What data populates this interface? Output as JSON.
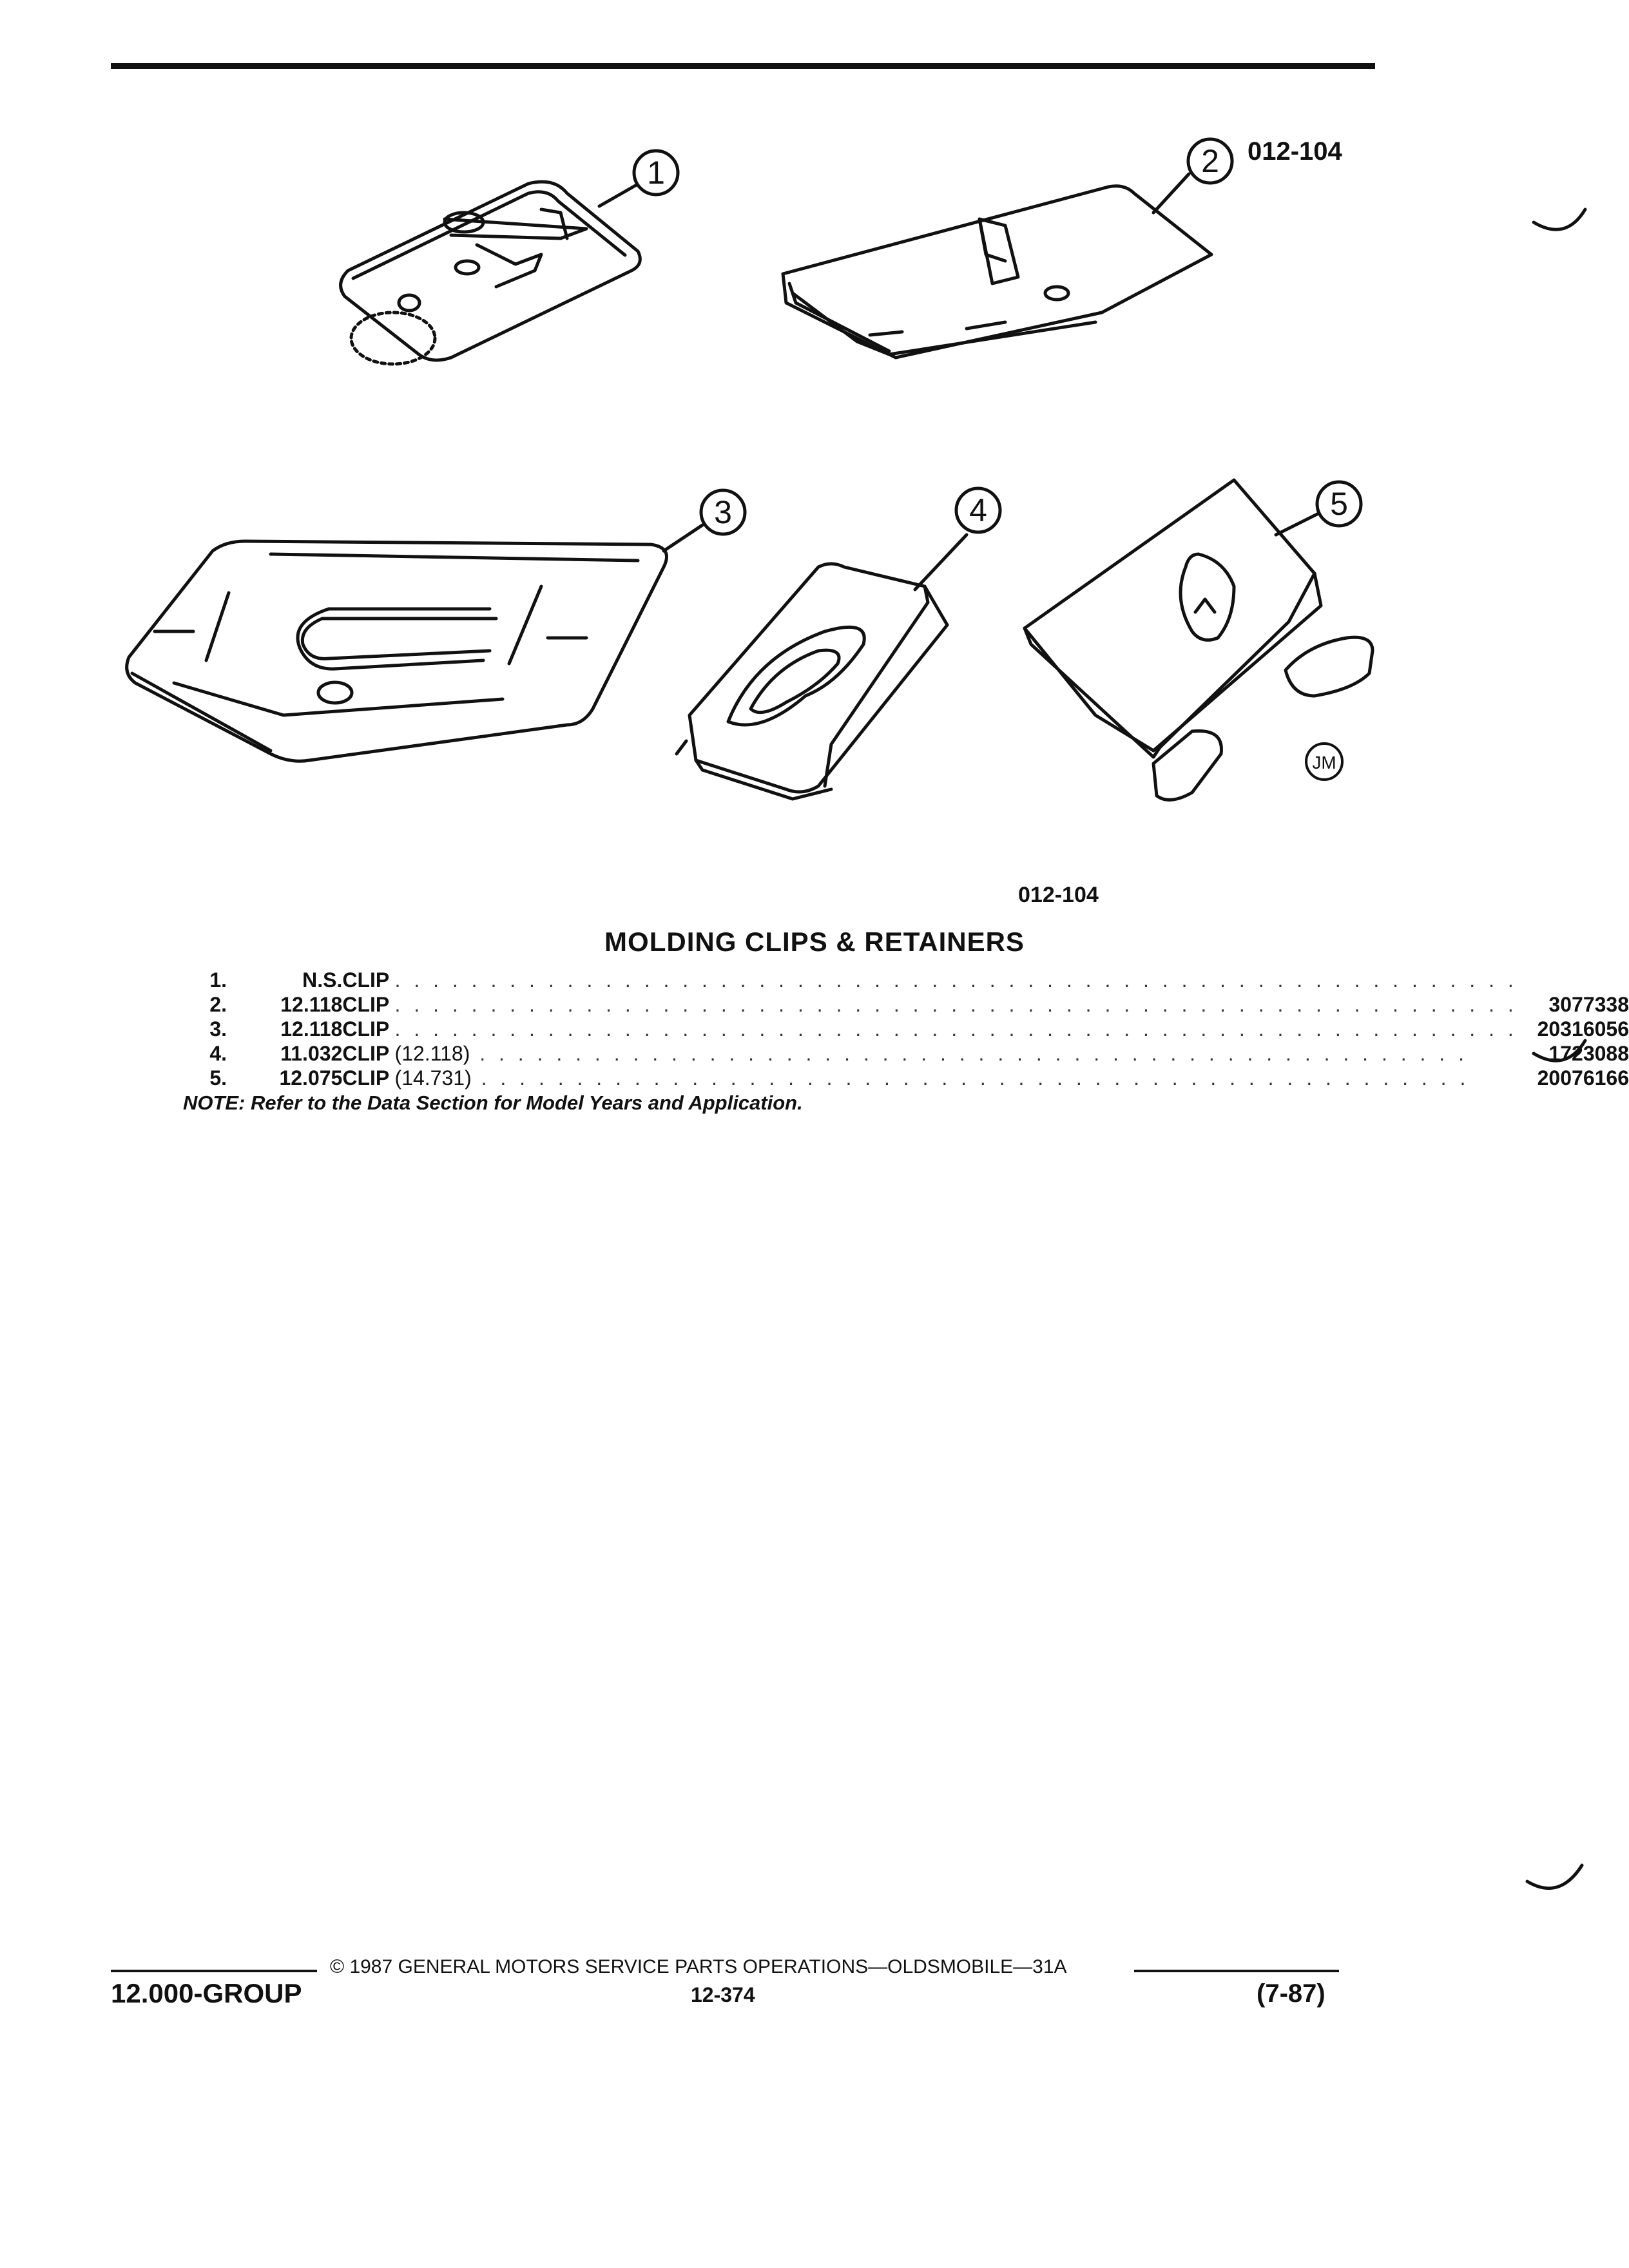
{
  "figure": {
    "code_top": "012-104",
    "code_bottom": "012-104",
    "callouts": [
      "1",
      "2",
      "3",
      "4",
      "5"
    ],
    "artist_mark": "JM"
  },
  "title": "MOLDING CLIPS & RETAINERS",
  "parts": [
    {
      "num": "1.",
      "group": "N.S.",
      "desc": "CLIP",
      "qualifier": "",
      "part_number": ""
    },
    {
      "num": "2.",
      "group": "12.118",
      "desc": "CLIP",
      "qualifier": "",
      "part_number": "3077338"
    },
    {
      "num": "3.",
      "group": "12.118",
      "desc": "CLIP",
      "qualifier": "",
      "part_number": "20316056"
    },
    {
      "num": "4.",
      "group": "11.032",
      "desc": "CLIP",
      "qualifier": "(12.118)",
      "part_number": "1723088"
    },
    {
      "num": "5.",
      "group": "12.075",
      "desc": "CLIP",
      "qualifier": "(14.731)",
      "part_number": "20076166"
    }
  ],
  "note": "NOTE: Refer to the Data Section for Model Years and Application.",
  "footer": {
    "copyright": "© 1987 GENERAL MOTORS SERVICE PARTS OPERATIONS—OLDSMOBILE—31A",
    "group": "12.000-GROUP",
    "page": "12-374",
    "date": "(7-87)"
  }
}
